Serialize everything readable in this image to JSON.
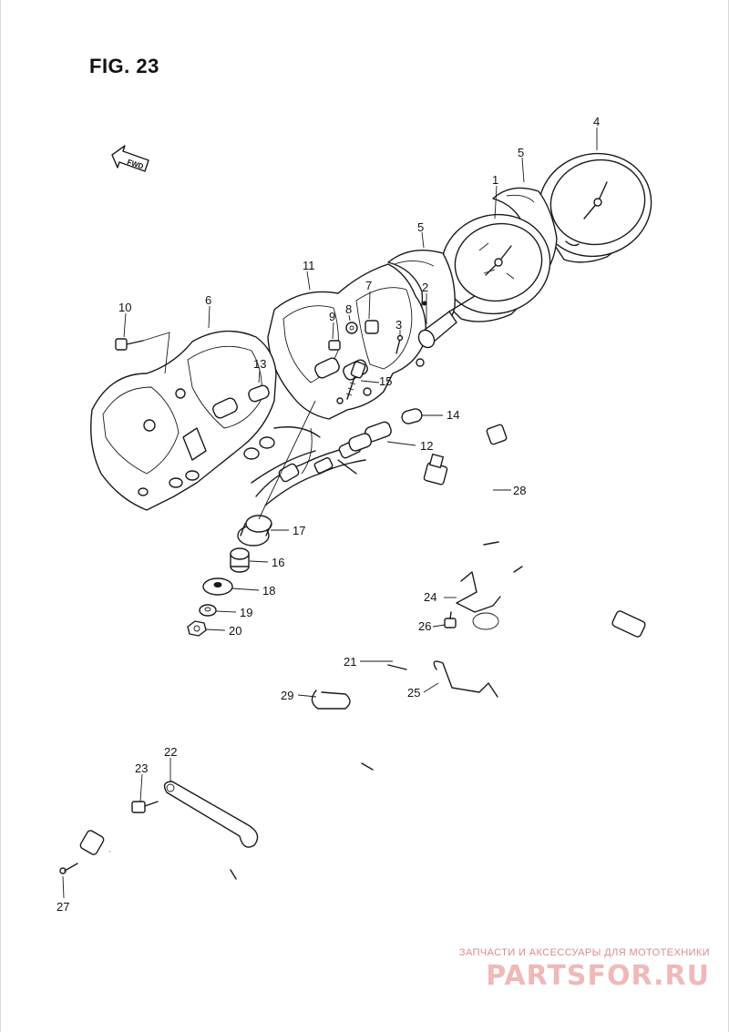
{
  "figure": {
    "title": "FIG. 23",
    "direction_label": "FWD"
  },
  "callouts": {
    "c1": "1",
    "c2": "2",
    "c3": "3",
    "c4": "4",
    "c5a": "5",
    "c5b": "5",
    "c6": "6",
    "c7": "7",
    "c8": "8",
    "c9": "9",
    "c10": "10",
    "c11": "11",
    "c12": "12",
    "c13": "13",
    "c14": "14",
    "c15": "15",
    "c16": "16",
    "c17": "17",
    "c18": "18",
    "c19": "19",
    "c20": "20",
    "c21": "21",
    "c22": "22",
    "c23": "23",
    "c24": "24",
    "c25": "25",
    "c26": "26",
    "c27": "27",
    "c28": "28",
    "c29": "29"
  },
  "watermark": {
    "caption": "ЗАПЧАСТИ И АКСЕССУАРЫ ДЛЯ МОТОТЕХНИКИ",
    "logo": "PARTSFOR.RU"
  }
}
